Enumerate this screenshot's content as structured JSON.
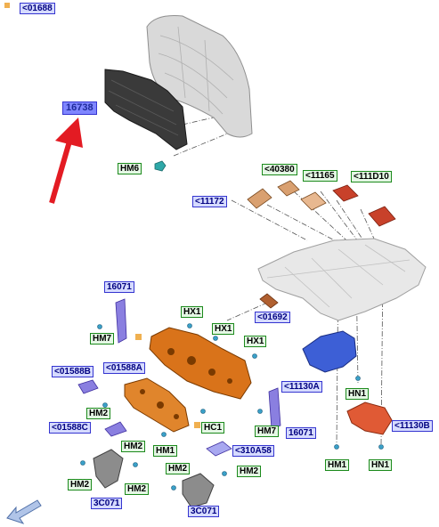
{
  "header": {
    "ref": "<01688"
  },
  "highlight": {
    "label": "16738"
  },
  "labels": [
    {
      "id": "hm6",
      "text": "HM6",
      "kind": "green"
    },
    {
      "id": "l40380",
      "text": "<40380",
      "kind": "green"
    },
    {
      "id": "l11165",
      "text": "<11165",
      "kind": "green"
    },
    {
      "id": "l111d10",
      "text": "<111D10",
      "kind": "green"
    },
    {
      "id": "l11172",
      "text": "<11172",
      "kind": "blue"
    },
    {
      "id": "l16071a",
      "text": "16071",
      "kind": "blue"
    },
    {
      "id": "l01692",
      "text": "<01692",
      "kind": "blue"
    },
    {
      "id": "hx1a",
      "text": "HX1",
      "kind": "green"
    },
    {
      "id": "hx1b",
      "text": "HX1",
      "kind": "green"
    },
    {
      "id": "hx1c",
      "text": "HX1",
      "kind": "green"
    },
    {
      "id": "hm7a",
      "text": "HM7",
      "kind": "green"
    },
    {
      "id": "l01588b",
      "text": "<01588B",
      "kind": "blue"
    },
    {
      "id": "l01588a",
      "text": "<01588A",
      "kind": "blue"
    },
    {
      "id": "l11130a",
      "text": "<11130A",
      "kind": "blue"
    },
    {
      "id": "hn1a",
      "text": "HN1",
      "kind": "green"
    },
    {
      "id": "hm2a",
      "text": "HM2",
      "kind": "green"
    },
    {
      "id": "l01588c",
      "text": "<01588C",
      "kind": "blue"
    },
    {
      "id": "hc1",
      "text": "HC1",
      "kind": "green"
    },
    {
      "id": "hm7b",
      "text": "HM7",
      "kind": "green"
    },
    {
      "id": "l16071b",
      "text": "16071",
      "kind": "blue"
    },
    {
      "id": "l11130b",
      "text": "<11130B",
      "kind": "blue"
    },
    {
      "id": "hm2b",
      "text": "HM2",
      "kind": "green"
    },
    {
      "id": "hm1a",
      "text": "HM1",
      "kind": "green"
    },
    {
      "id": "l310a58",
      "text": "<310A58",
      "kind": "blue"
    },
    {
      "id": "hm2c",
      "text": "HM2",
      "kind": "green"
    },
    {
      "id": "hm2d",
      "text": "HM2",
      "kind": "green"
    },
    {
      "id": "hm2e",
      "text": "HM2",
      "kind": "green"
    },
    {
      "id": "hm2f",
      "text": "HM2",
      "kind": "green"
    },
    {
      "id": "l3c071a",
      "text": "3C071",
      "kind": "blue"
    },
    {
      "id": "l3c071b",
      "text": "3C071",
      "kind": "blue"
    },
    {
      "id": "hm1b",
      "text": "HM1",
      "kind": "green"
    },
    {
      "id": "hn1b",
      "text": "HN1",
      "kind": "green"
    }
  ],
  "colors": {
    "hood": "#d9d9d9",
    "insulator": "#3a3a3a",
    "floor": "#e6e6e6",
    "dash_orange": "#d9731a",
    "pad_tan": "#d9a070",
    "pad_red": "#c8412a",
    "blue_part": "#3d5fd6",
    "violet_part": "#8a7fe0",
    "grey_part": "#8c8c8c",
    "arrow_red": "#e31b23"
  },
  "nav": {
    "icon": "back-arrow-icon"
  }
}
